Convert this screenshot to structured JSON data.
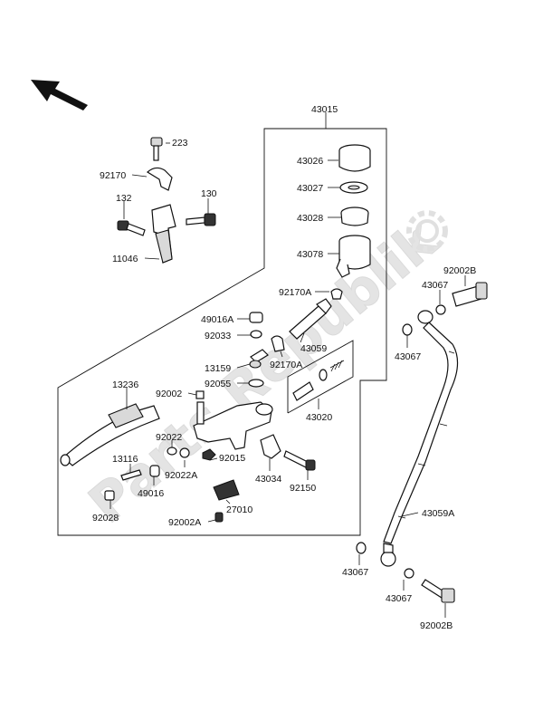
{
  "labels": {
    "p43015": "43015",
    "p223": "223",
    "p92170": "92170",
    "p130": "130",
    "p132": "132",
    "p11046": "11046",
    "p43026": "43026",
    "p43027": "43027",
    "p43028": "43028",
    "p43078": "43078",
    "p92170A_top": "92170A",
    "p49016A": "49016A",
    "p92033": "92033",
    "p43059": "43059",
    "p13159": "13159",
    "p92170A_mid": "92170A",
    "p92055": "92055",
    "p43020": "43020",
    "p13236": "13236",
    "p92002": "92002",
    "p92022": "92022",
    "p92022A": "92022A",
    "p92015": "92015",
    "p43034": "43034",
    "p92150": "92150",
    "p13116": "13116",
    "p49016": "49016",
    "p27010": "27010",
    "p92028": "92028",
    "p92002A": "92002A",
    "p92002B_top": "92002B",
    "p43067_a": "43067",
    "p43067_b": "43067",
    "p43059A": "43059A",
    "p43067_c": "43067",
    "p43067_d": "43067",
    "p92002B_bot": "92002B"
  },
  "watermark": {
    "text": "Parts Republik",
    "color": "#cccccc"
  },
  "icons": {
    "direction": "front-direction-arrow-icon",
    "gear": "gear-logo-icon"
  }
}
